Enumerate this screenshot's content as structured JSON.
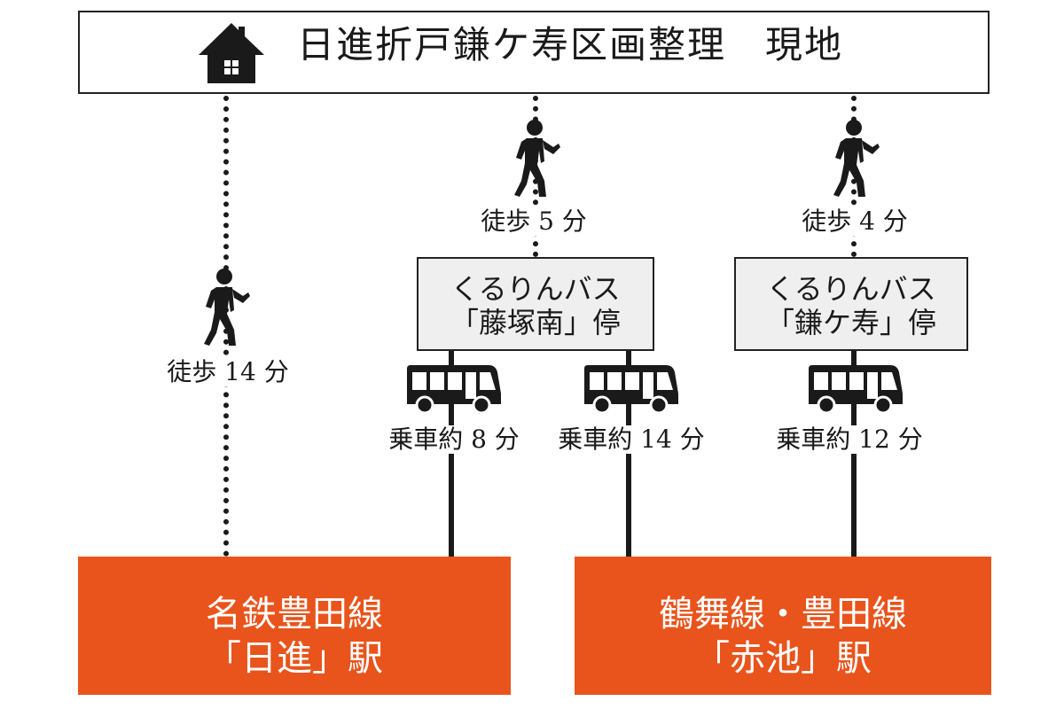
{
  "site": {
    "title": "日進折戸鎌ケ寿区画整理　現地",
    "icon": "house-icon"
  },
  "routes": {
    "walk_direct": {
      "label": "徒歩 14 分"
    },
    "route2": {
      "walk_label": "徒歩 5 分",
      "stop_line1": "くるりんバス",
      "stop_line2": "「藤塚南」停",
      "bus_a_label": "乗車約 8 分",
      "bus_b_label": "乗車約 14 分"
    },
    "route3": {
      "walk_label": "徒歩 4 分",
      "stop_line1": "くるりんバス",
      "stop_line2": "「鎌ケ寿」停",
      "bus_label": "乗車約 12 分"
    }
  },
  "stations": {
    "nisshin": {
      "line1": "名鉄豊田線",
      "line2": "「日進」駅"
    },
    "akaike": {
      "line1": "鶴舞線・豊田線",
      "line2": "「赤池」駅"
    }
  },
  "colors": {
    "station_bg": "#e8541c",
    "stop_bg": "#efefef",
    "line": "#1a1a1a"
  }
}
